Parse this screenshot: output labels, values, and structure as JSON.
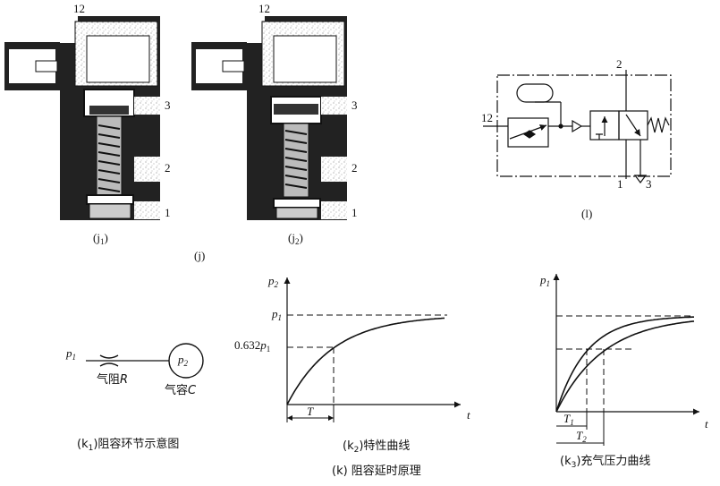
{
  "valve_j": {
    "j1": {
      "port_top": "12",
      "port3": "3",
      "port2": "2",
      "port1": "1",
      "caption_main": "j",
      "caption_sub": "1"
    },
    "j2": {
      "port_top": "12",
      "port3": "3",
      "port2": "2",
      "port1": "1",
      "caption_main": "j",
      "caption_sub": "2"
    },
    "caption": "(j)"
  },
  "schematic_l": {
    "port12": "12",
    "port2": "2",
    "port1": "1",
    "port3": "3",
    "caption": "(l)"
  },
  "k1": {
    "p1_main": "p",
    "p1_sub": "1",
    "p2_main": "p",
    "p2_sub": "2",
    "resistor_cn": "气阻",
    "resistor_sym": "R",
    "capacitor_cn": "气容",
    "capacitor_sym": "C",
    "caption_pre": "(k",
    "caption_sub": "1",
    "caption_post": ")阻容环节示意图"
  },
  "k2": {
    "ylabel_main": "p",
    "ylabel_sub": "2",
    "ymax_main": "p",
    "ymax_sub": "1",
    "y632_prefix": "0.632",
    "y632_main": "p",
    "y632_sub": "1",
    "xlabel": "t",
    "tau": "T",
    "caption_pre": "(k",
    "caption_sub": "2",
    "caption_post": ")特性曲线",
    "caption_k": "(k) 阻容延时原理"
  },
  "k3": {
    "ylabel_main": "p",
    "ylabel_sub": "1",
    "xlabel": "t",
    "t1_main": "T",
    "t1_sub": "1",
    "t2_main": "T",
    "t2_sub": "2",
    "caption_pre": "(k",
    "caption_sub": "3",
    "caption_post": ")充气压力曲线"
  }
}
